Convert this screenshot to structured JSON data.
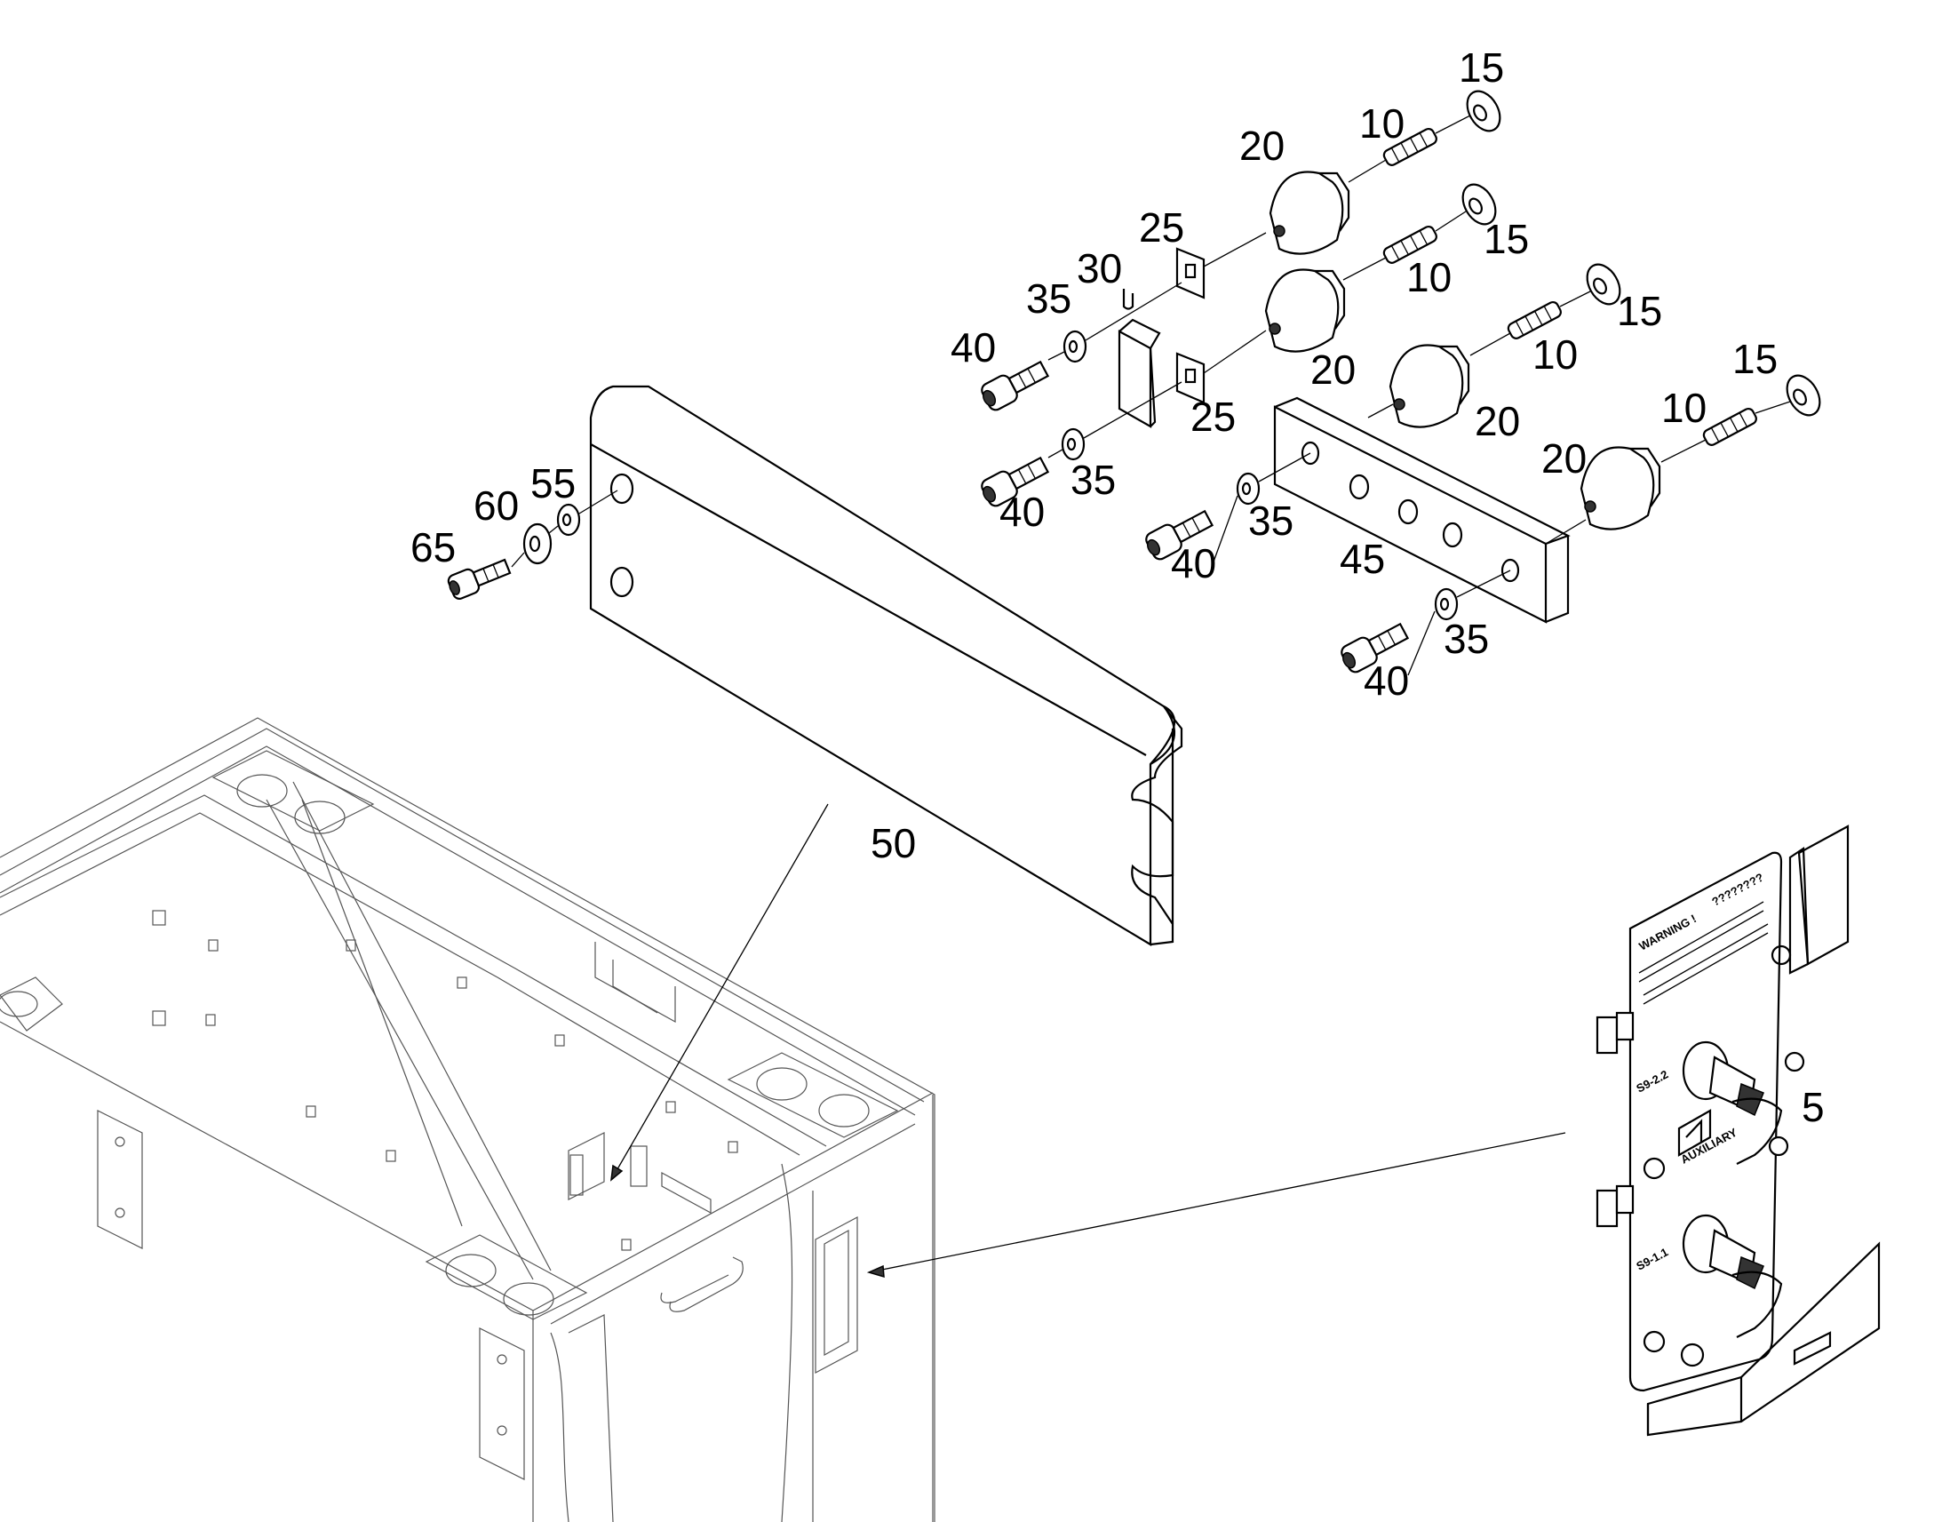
{
  "callouts": {
    "c15a": "15",
    "c20a": "20",
    "c10a": "10",
    "c25a": "25",
    "c30": "30",
    "c15b": "15",
    "c10b": "10",
    "c35a": "35",
    "c15c": "15",
    "c40a": "40",
    "c20b": "20",
    "c10c": "10",
    "c25b": "25",
    "c15d": "15",
    "c20c": "20",
    "c10d": "10",
    "c35b": "35",
    "c55": "55",
    "c60": "60",
    "c40b": "40",
    "c20d": "20",
    "c65": "65",
    "c35c": "35",
    "c40c": "40",
    "c45": "45",
    "c35d": "35",
    "c40d": "40",
    "c50": "50",
    "c5": "5"
  },
  "panel_labels": {
    "warning": "WARNING !",
    "code": "????????",
    "switch_top": "S9-2.2",
    "switch_bottom": "S9-1.1",
    "auxiliary": "AUXILIARY"
  }
}
